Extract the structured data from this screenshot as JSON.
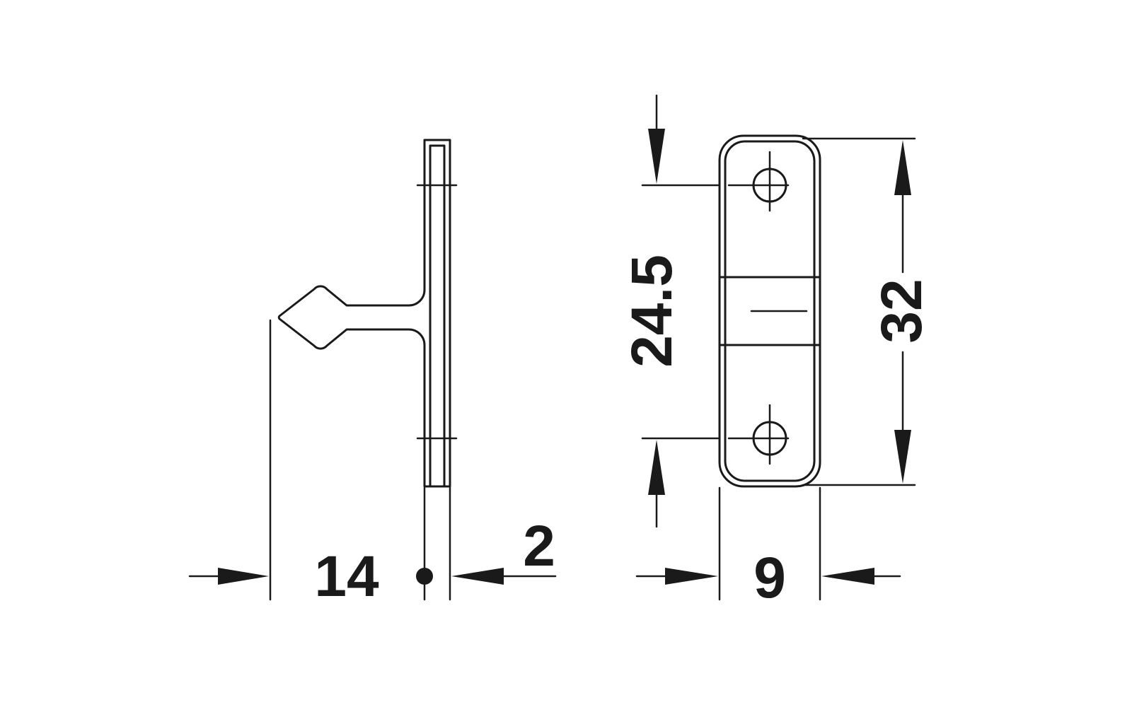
{
  "diagram": {
    "side_view": {
      "width_label": "14",
      "thickness_label": "2"
    },
    "front_view": {
      "width_label": "9",
      "hole_offset_label": "24.5",
      "height_label": "32"
    },
    "colors": {
      "line": "#1a1a1a",
      "background": "#ffffff"
    }
  }
}
